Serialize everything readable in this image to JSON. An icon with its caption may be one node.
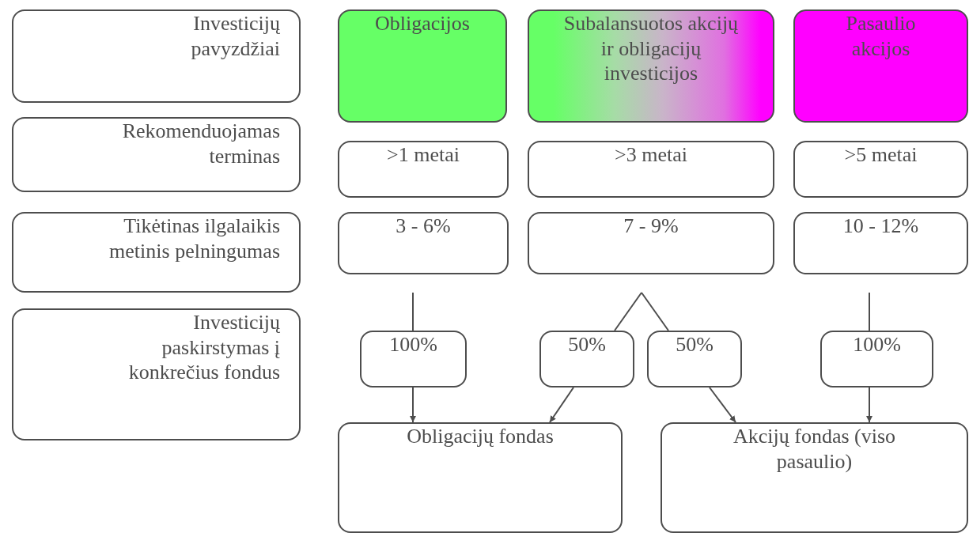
{
  "diagram": {
    "nodes": [
      {
        "text": [
          "Investicijų pavyzdžiai"
        ]
      },
      {
        "text": [
          "Obligacijos"
        ]
      },
      {
        "text": [
          "Subalansuotos akcijų ir obligacijų investicijos"
        ]
      },
      {
        "text": [
          "Pasaulio akcijos"
        ]
      },
      {
        "text": [
          "Rekomenduojamas terminas"
        ]
      },
      {
        "text": [
          ">1 metai"
        ]
      },
      {
        "text": [
          ">3 metai"
        ]
      },
      {
        "text": [
          ">5 metai"
        ]
      },
      {
        "text": [
          "Tikėtinas ilgalaikis metinis pelningumas"
        ]
      },
      {
        "text": [
          "3 - 6%"
        ]
      },
      {
        "text": [
          "7 - 9%"
        ]
      },
      {
        "text": [
          "10 - 12%"
        ]
      },
      {
        "text": [
          "Investicijų paskirstymas į konkrečius fondus"
        ]
      },
      {
        "text": [
          "100%"
        ]
      },
      {
        "text": [
          "50%"
        ]
      },
      {
        "text": [
          "50%"
        ]
      },
      {
        "text": [
          "100%"
        ]
      },
      {
        "text": [
          "Obligacijų fondas"
        ]
      },
      {
        "text": [
          "Akcijų fondas (viso pasaulio)"
        ]
      }
    ],
    "edges": [
      {
        "from": null,
        "to": 13,
        "arrow": "none"
      },
      {
        "from": null,
        "to": 14,
        "arrow": "none"
      },
      {
        "from": null,
        "to": 15,
        "arrow": "none"
      },
      {
        "from": null,
        "to": 16,
        "arrow": "none"
      },
      {
        "from": 13,
        "to": 17,
        "arrow": "to"
      },
      {
        "from": 14,
        "to": 17,
        "arrow": "to"
      },
      {
        "from": 15,
        "to": 18,
        "arrow": "to"
      },
      {
        "from": 16,
        "to": 18,
        "arrow": "to"
      }
    ]
  }
}
